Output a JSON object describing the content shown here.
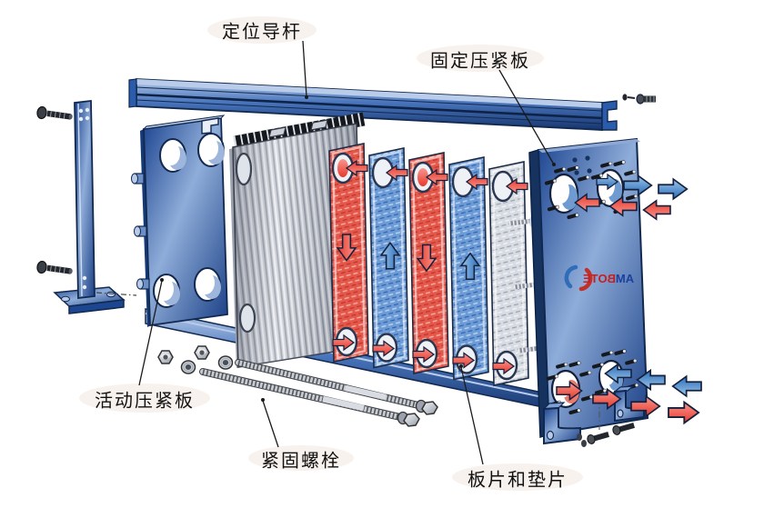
{
  "labels": {
    "guide_rod": "定位导杆",
    "fixed_plate": "固定压紧板",
    "movable_plate": "活动压紧板",
    "bolts": "紧固螺栓",
    "plates_gaskets": "板片和垫片"
  },
  "logo": {
    "text_left": "AM",
    "text_right": "BOTE"
  },
  "exploded": {
    "plates": [
      {
        "type": "hot"
      },
      {
        "type": "cold"
      },
      {
        "type": "hot"
      },
      {
        "type": "cold"
      },
      {
        "type": "end"
      }
    ]
  },
  "colors": {
    "plate_edge": "#1c4490",
    "plate_light": "#8fadd9",
    "plate_dark": "#1a3f85",
    "hot": "#e8392c",
    "hot_light": "#f7978f",
    "hot_plate": "#e4584b",
    "cold": "#2a6cb8",
    "cold_light": "#9cc6ea",
    "cold_plate": "#6d9bd6",
    "steel": "#c6cad2",
    "logo_blue": "#1d3f9e",
    "logo_red": "#c81e1e"
  }
}
